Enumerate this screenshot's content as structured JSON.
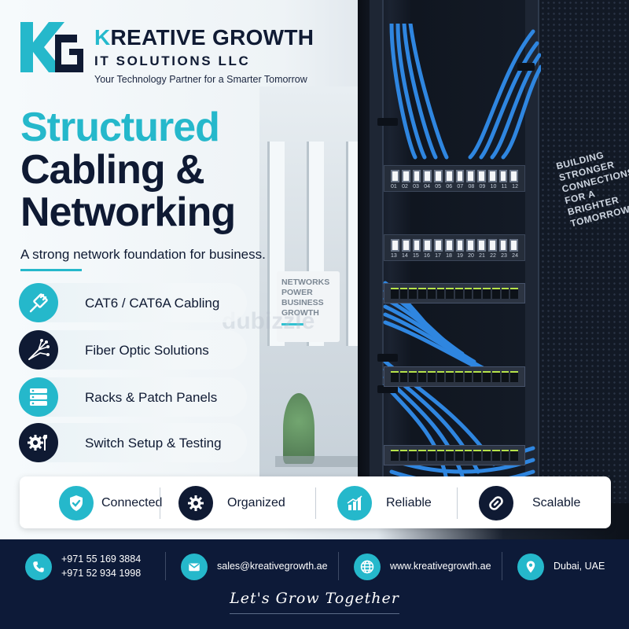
{
  "brand": {
    "name": "KREATIVE GROWTH",
    "name_accent": "K",
    "name_rest": "REATIVE GROWTH",
    "subtitle": "IT SOLUTIONS LLC",
    "tagline": "Your Technology Partner for a Smarter Tomorrow"
  },
  "headline": {
    "line1": "Structured",
    "line2": "Cabling &",
    "line3": "Networking",
    "subtitle": "A strong network foundation for business."
  },
  "office_sign": [
    "NETWORKS",
    "POWER",
    "BUSINESS",
    "GROWTH"
  ],
  "rack_slogan": [
    "BUILDING",
    "STRONGER",
    "CONNECTIONS",
    "FOR A BRIGHTER",
    "TOMORROW"
  ],
  "patch_panel_numbers": {
    "top": [
      "01",
      "02",
      "03",
      "04",
      "05",
      "06",
      "07",
      "08",
      "09",
      "10",
      "11",
      "12"
    ],
    "bottom": [
      "13",
      "14",
      "15",
      "16",
      "17",
      "18",
      "19",
      "20",
      "21",
      "22",
      "23",
      "24"
    ]
  },
  "watermark": "dubizzle",
  "features": [
    {
      "label": "CAT6 / CAT6A Cabling",
      "icon": "ethernet-plug-icon"
    },
    {
      "label": "Fiber Optic Solutions",
      "icon": "fiber-optic-icon"
    },
    {
      "label": "Racks & Patch Panels",
      "icon": "server-rack-icon"
    },
    {
      "label": "Switch Setup & Testing",
      "icon": "gear-wrench-icon"
    }
  ],
  "badges": [
    {
      "label": "Connected",
      "icon": "shield-check-icon"
    },
    {
      "label": "Organized",
      "icon": "gear-icon"
    },
    {
      "label": "Reliable",
      "icon": "bar-chart-icon"
    },
    {
      "label": "Scalable",
      "icon": "link-icon"
    }
  ],
  "contact": {
    "phone1": "+971 55 169 3884",
    "phone2": "+971 52 934 1998",
    "email": "sales@kreativegrowth.ae",
    "website": "www.kreativegrowth.ae",
    "location": "Dubai, UAE"
  },
  "closing": "Let's Grow Together",
  "colors": {
    "teal": "#25b8cb",
    "navy": "#0f1a33",
    "footer": "#0d1a38",
    "cable_blue": "#2f86e0"
  }
}
